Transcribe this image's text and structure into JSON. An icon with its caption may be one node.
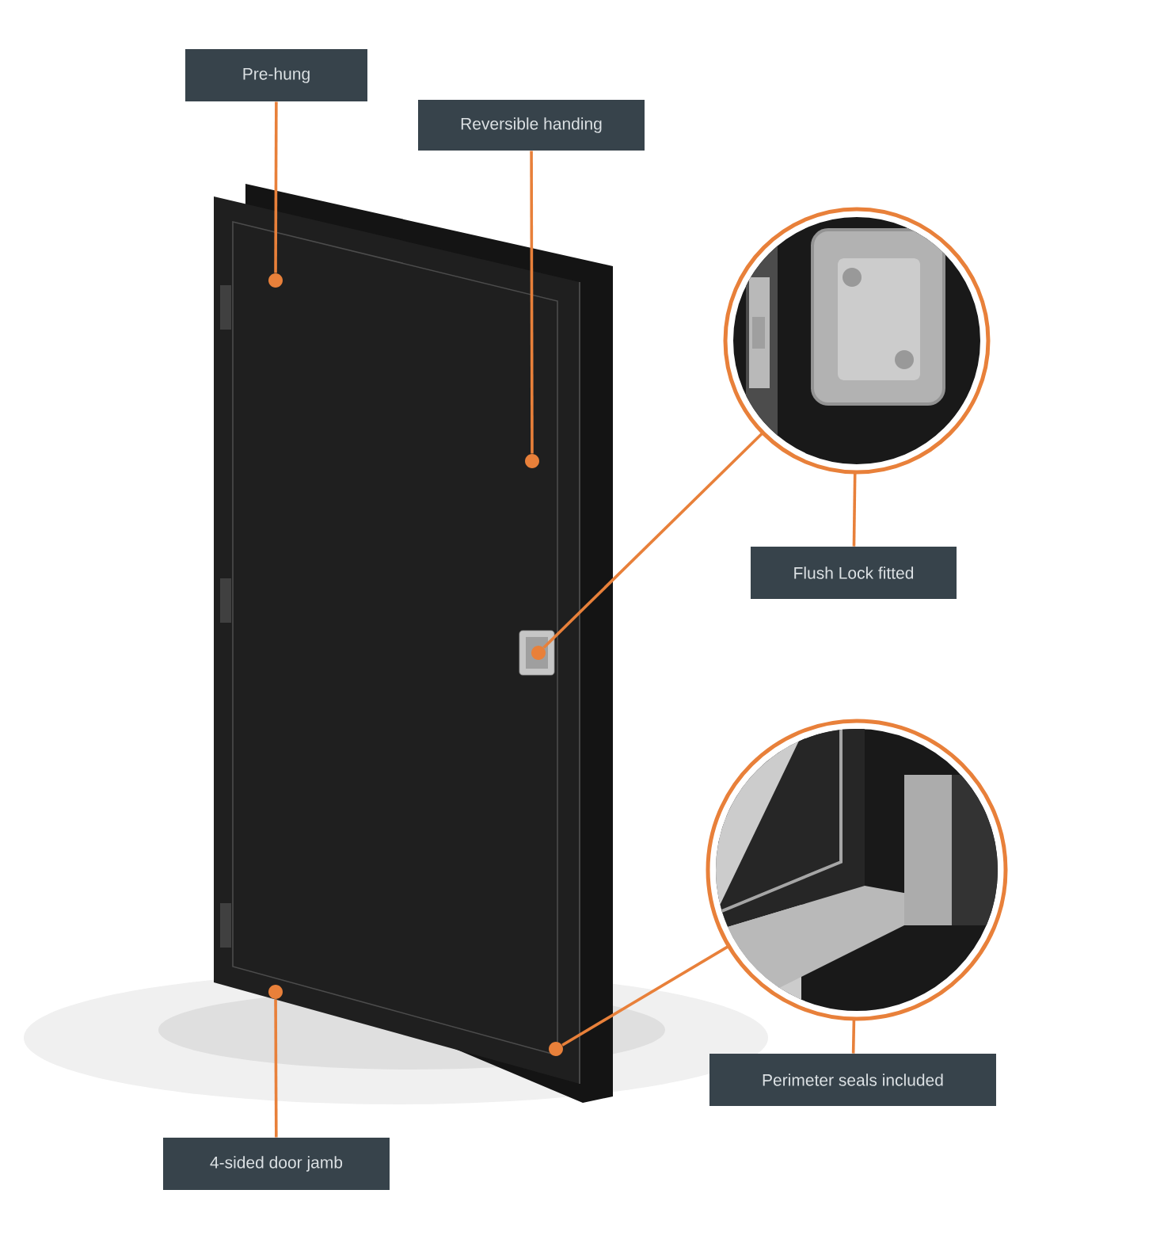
{
  "diagram": {
    "nodes": [
      {
        "text": [
          "Pre-hung"
        ]
      },
      {
        "text": [
          "Reversible handing"
        ]
      },
      {
        "text": [
          "Flush Lock fitted"
        ]
      },
      {
        "text": [
          "Perimeter seals included"
        ]
      },
      {
        "text": [
          "4-sided door jamb"
        ]
      },
      {
        "text": [],
        "shape": "circle"
      },
      {
        "text": [],
        "shape": "circle"
      },
      {
        "text": [],
        "shape": "circle"
      },
      {
        "text": [],
        "shape": "circle"
      },
      {
        "text": [],
        "shape": "circle"
      },
      {
        "text": [],
        "shape": "picture"
      },
      {
        "text": [],
        "shape": "picture"
      }
    ],
    "edges": [
      {
        "from": 0,
        "to": 5,
        "arrow": "none"
      },
      {
        "from": 1,
        "to": 6,
        "arrow": "none"
      },
      {
        "from": 10,
        "to": 7,
        "arrow": "none"
      },
      {
        "from": 2,
        "to": 10,
        "arrow": "none"
      },
      {
        "from": 11,
        "to": 8,
        "arrow": "none"
      },
      {
        "from": 3,
        "to": 11,
        "arrow": "none"
      },
      {
        "from": 4,
        "to": 9,
        "arrow": "none"
      }
    ]
  }
}
